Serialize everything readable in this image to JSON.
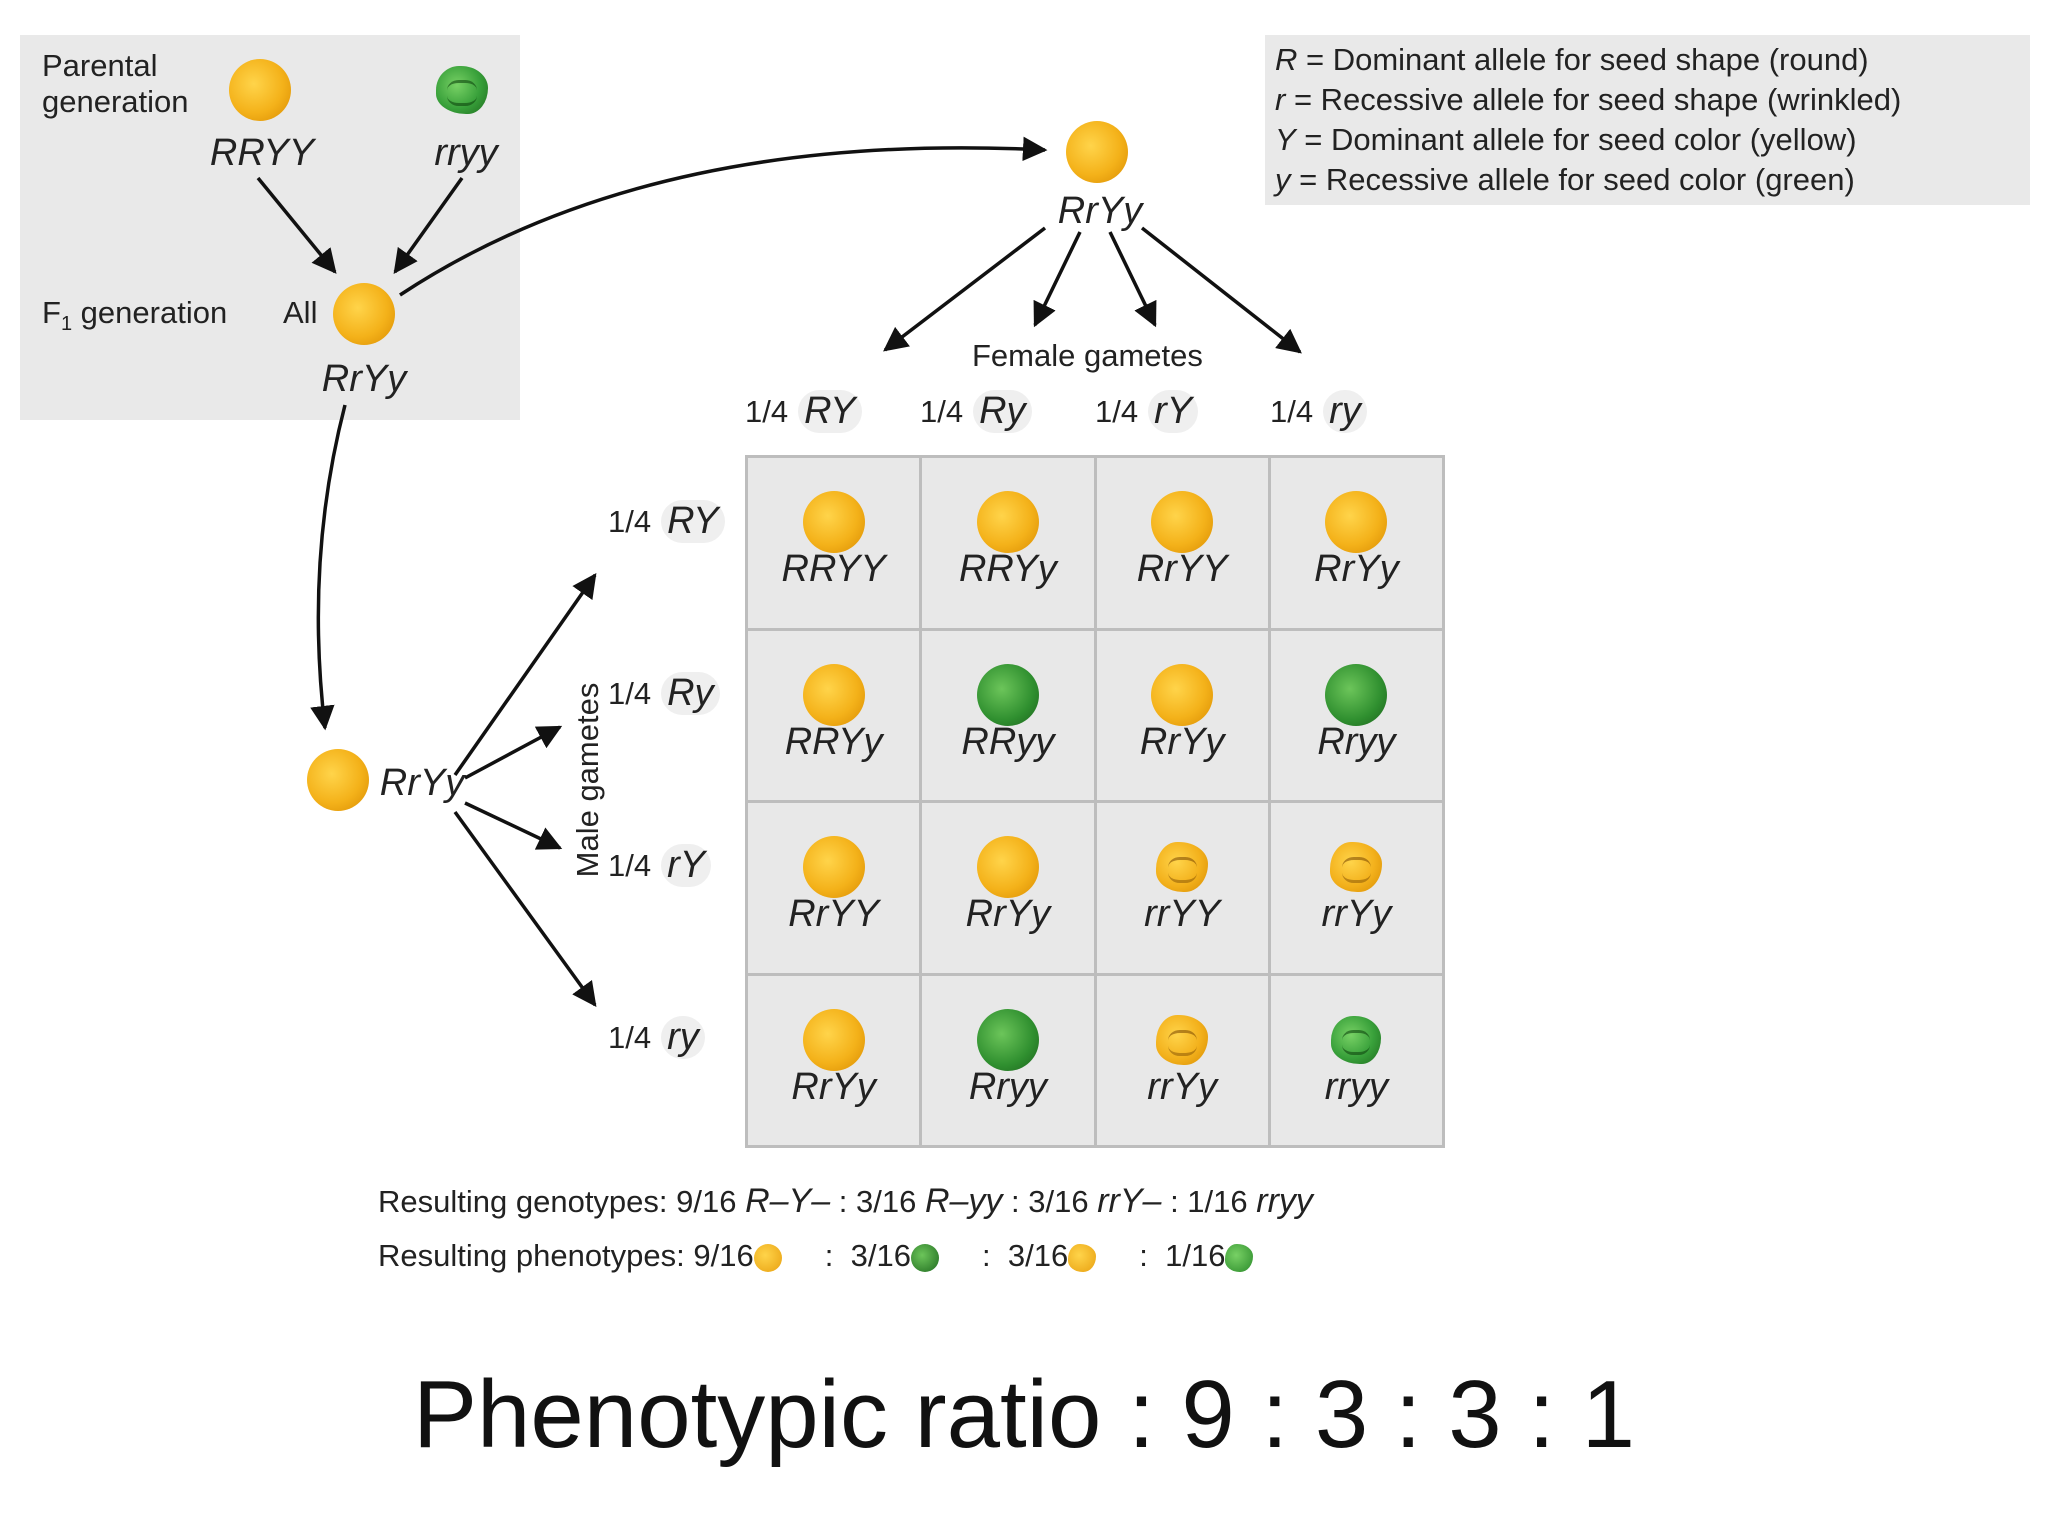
{
  "legend": [
    {
      "sym": "R",
      "text": " = Dominant allele for seed shape (round)"
    },
    {
      "sym": "r",
      "text": "  = Recessive allele for seed shape (wrinkled)"
    },
    {
      "sym": "Y",
      "text": " = Dominant allele for seed color (yellow)"
    },
    {
      "sym": "y",
      "text": " = Recessive allele for seed color (green)"
    }
  ],
  "parental": {
    "label_line1": "Parental",
    "label_line2": "generation",
    "p1": "RRYY",
    "p2": "rryy"
  },
  "f1": {
    "label": "F",
    "label_sub": "1",
    "label_rest": " generation",
    "all": "All",
    "genotype": "RrYy"
  },
  "top_parent": "RrYy",
  "left_parent": "RrYy",
  "female_label": "Female gametes",
  "male_label": "Male gametes",
  "fraction": "1/4",
  "female_gametes": [
    "RY",
    "Ry",
    "rY",
    "ry"
  ],
  "male_gametes": [
    "RY",
    "Ry",
    "rY",
    "ry"
  ],
  "grid": [
    [
      {
        "g": "RRYY",
        "p": "yr"
      },
      {
        "g": "RRYy",
        "p": "yr"
      },
      {
        "g": "RrYY",
        "p": "yr"
      },
      {
        "g": "RrYy",
        "p": "yr"
      }
    ],
    [
      {
        "g": "RRYy",
        "p": "yr"
      },
      {
        "g": "RRyy",
        "p": "gr"
      },
      {
        "g": "RrYy",
        "p": "yr"
      },
      {
        "g": "Rryy",
        "p": "gr"
      }
    ],
    [
      {
        "g": "RrYY",
        "p": "yr"
      },
      {
        "g": "RrYy",
        "p": "yr"
      },
      {
        "g": "rrYY",
        "p": "yw"
      },
      {
        "g": "rrYy",
        "p": "yw"
      }
    ],
    [
      {
        "g": "RrYy",
        "p": "yr"
      },
      {
        "g": "Rryy",
        "p": "gr"
      },
      {
        "g": "rrYy",
        "p": "yw"
      },
      {
        "g": "rryy",
        "p": "gw"
      }
    ]
  ],
  "results": {
    "genotypes_label": "Resulting genotypes:",
    "genotypes": [
      {
        "frac": "9/16",
        "g": "R–Y–"
      },
      {
        "frac": "3/16",
        "g": "R–yy"
      },
      {
        "frac": "3/16",
        "g": "rrY–"
      },
      {
        "frac": "1/16",
        "g": "rryy"
      }
    ],
    "phenotypes_label": "Resulting phenotypes:",
    "phenotypes": [
      {
        "frac": "9/16",
        "p": "yr"
      },
      {
        "frac": "3/16",
        "p": "gr"
      },
      {
        "frac": "3/16",
        "p": "yw"
      },
      {
        "frac": "1/16",
        "p": "gw"
      }
    ],
    "separator": ":"
  },
  "ratio_text": "Phenotypic ratio : 9 : 3 : 3 : 1",
  "colors": {
    "panel": "#e9e9e9",
    "cell": "#e8e8e8",
    "grid_line": "#bdbdbd",
    "yellow": "#f4b21a",
    "green": "#2f8f2f"
  }
}
